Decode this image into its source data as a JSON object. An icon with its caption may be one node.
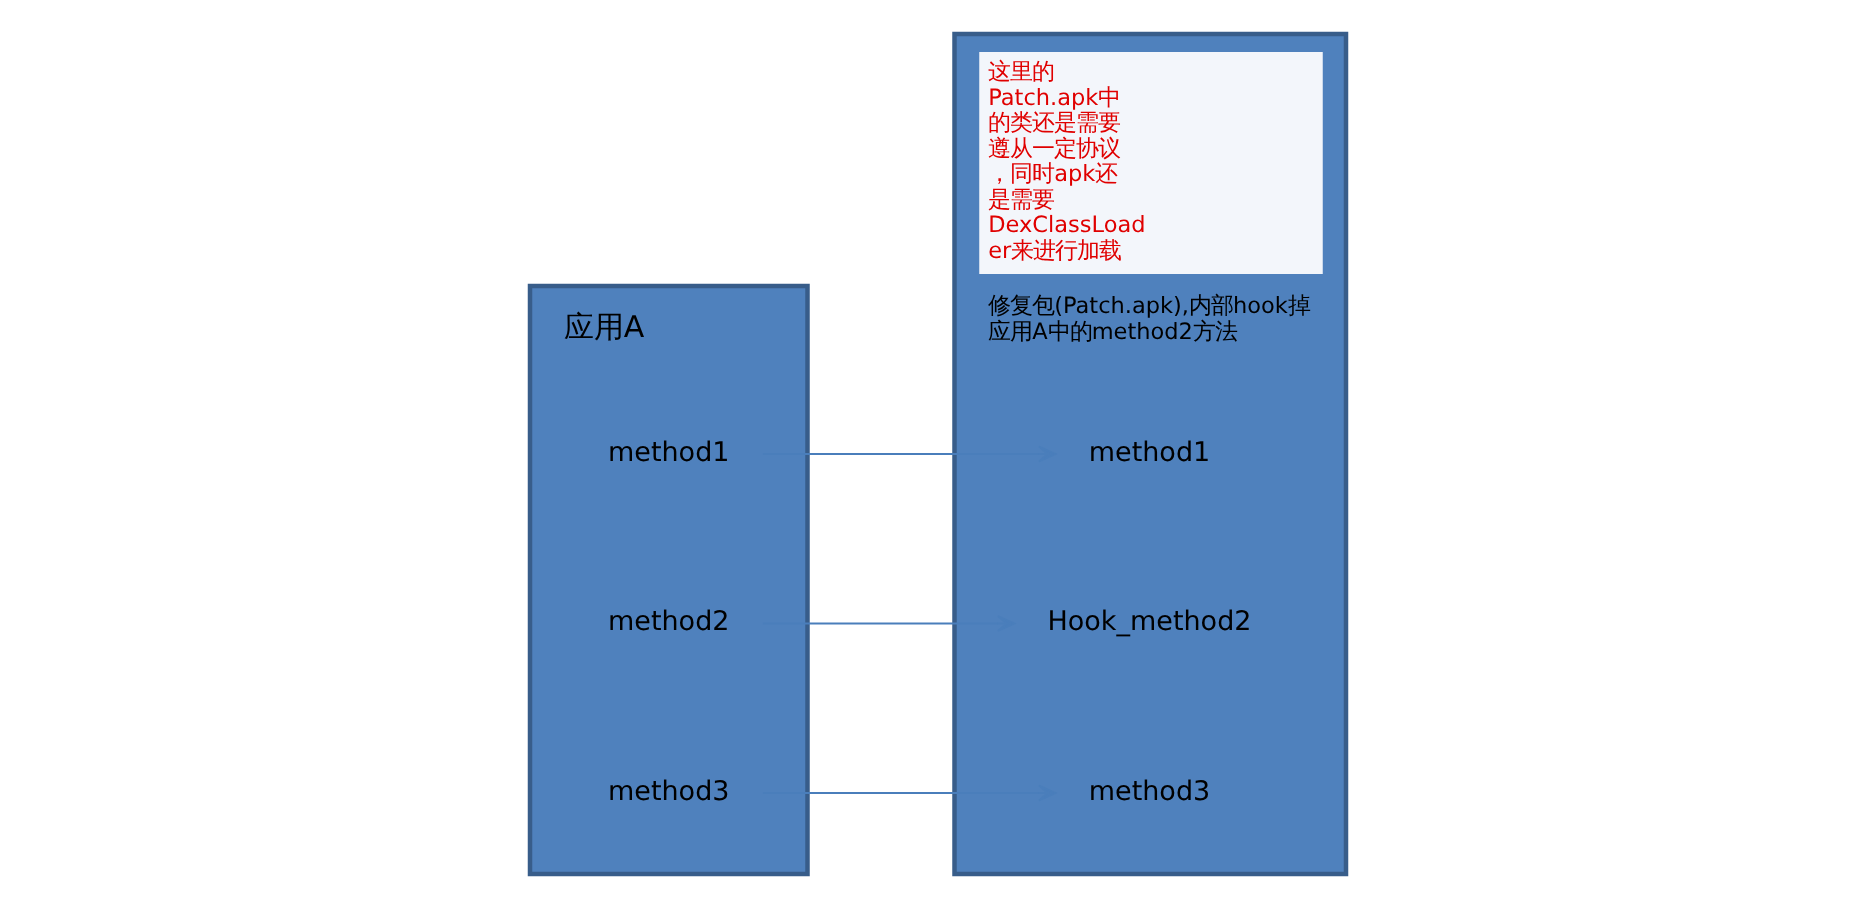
{
  "diagram": {
    "nodes": [
      {
        "text": [
          "应用A"
        ]
      },
      {
        "text": [
          "method1"
        ],
        "in": 0
      },
      {
        "text": [
          "method2"
        ],
        "in": 0
      },
      {
        "text": [
          "method3"
        ],
        "in": 0
      },
      {
        "text": [
          "这里的Patch.apk中的类还是需要遵从一定协议，同时apk还是需要DexClassLoader来进行加载",
          "修复包(Patch.apk),内部hook掉应用A中的method2方法"
        ]
      },
      {
        "text": [
          "method1"
        ],
        "in": 4
      },
      {
        "text": [
          "Hook_method2"
        ],
        "in": 4
      },
      {
        "text": [
          "method3"
        ],
        "in": 4
      }
    ],
    "edges": [
      {
        "from": 1,
        "to": 5,
        "arrow": "to"
      },
      {
        "from": 2,
        "to": 6,
        "arrow": "to"
      },
      {
        "from": 3,
        "to": 7,
        "arrow": "to"
      }
    ]
  }
}
